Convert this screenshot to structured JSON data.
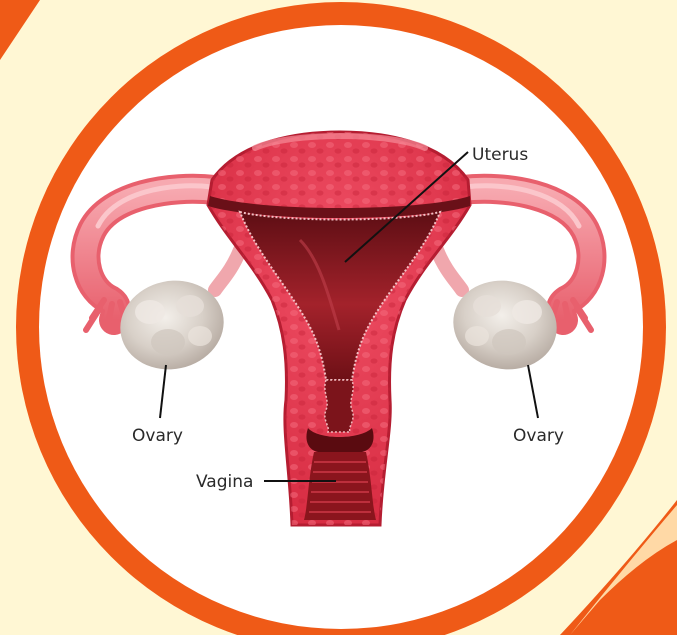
{
  "labels": {
    "uterus": "Uterus",
    "ovary_left": "Ovary",
    "ovary_right": "Ovary",
    "vagina": "Vagina"
  },
  "colors": {
    "ring": "#ef5a17",
    "background": "#fff7d4",
    "tissue": "#e8384f",
    "tissue_light": "#f07a86",
    "cavity": "#8f1a22",
    "tube": "#f28a93",
    "ovary": "#d9d3cc"
  }
}
